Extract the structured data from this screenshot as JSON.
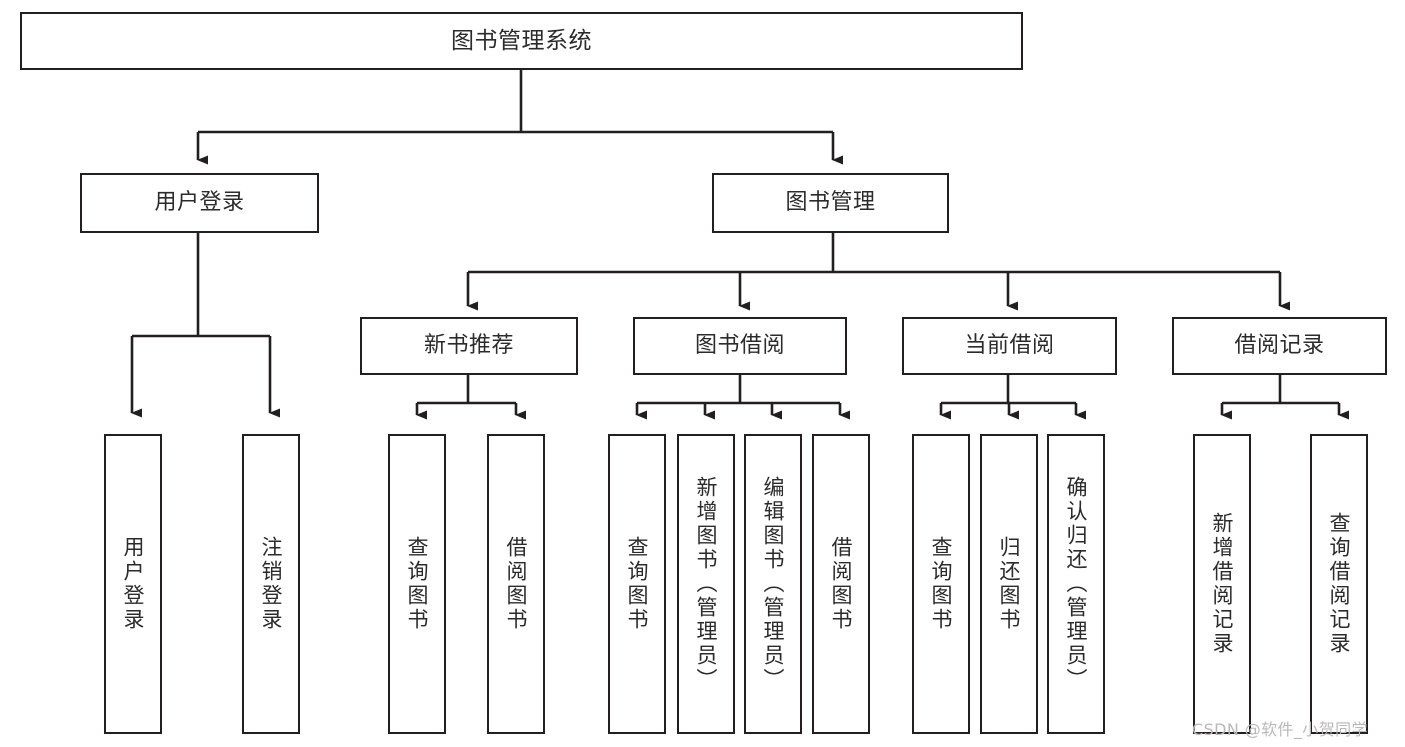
{
  "diagram": {
    "title": "图书管理系统",
    "type": "tree-hierarchy",
    "stroke_color": "#231f20",
    "background_color": "#ffffff",
    "text_color": "#2b2b2b"
  },
  "nodes": {
    "root": {
      "label": "图书管理系统",
      "level": 1
    },
    "level2": [
      {
        "id": "user-login",
        "label": "用户登录",
        "level": 2
      },
      {
        "id": "book-manage",
        "label": "图书管理",
        "level": 2
      }
    ],
    "level3": [
      {
        "id": "new-book-recommend",
        "label": "新书推荐",
        "level": 3,
        "parent": "book-manage"
      },
      {
        "id": "book-borrow",
        "label": "图书借阅",
        "level": 3,
        "parent": "book-manage"
      },
      {
        "id": "current-borrow",
        "label": "当前借阅",
        "level": 3,
        "parent": "book-manage"
      },
      {
        "id": "borrow-record",
        "label": "借阅记录",
        "level": 3,
        "parent": "book-manage"
      }
    ],
    "leaves": [
      {
        "id": "leaf-user-login",
        "label": "用户登录",
        "parent": "user-login"
      },
      {
        "id": "leaf-user-logout",
        "label": "注销登录",
        "parent": "user-login"
      },
      {
        "id": "leaf-query-book-1",
        "label": "查询图书",
        "parent": "new-book-recommend"
      },
      {
        "id": "leaf-borrow-book-1",
        "label": "借阅图书",
        "parent": "new-book-recommend"
      },
      {
        "id": "leaf-query-book-2",
        "label": "查询图书",
        "parent": "book-borrow"
      },
      {
        "id": "leaf-add-book",
        "label": "新增图书（管理员）",
        "parent": "book-borrow"
      },
      {
        "id": "leaf-edit-book",
        "label": "编辑图书（管理员）",
        "parent": "book-borrow"
      },
      {
        "id": "leaf-borrow-book-2",
        "label": "借阅图书",
        "parent": "book-borrow"
      },
      {
        "id": "leaf-query-book-3",
        "label": "查询图书",
        "parent": "current-borrow"
      },
      {
        "id": "leaf-return-book",
        "label": "归还图书",
        "parent": "current-borrow"
      },
      {
        "id": "leaf-confirm-return",
        "label": "确认归还（管理员）",
        "parent": "current-borrow"
      },
      {
        "id": "leaf-add-record",
        "label": "新增借阅记录",
        "parent": "borrow-record"
      },
      {
        "id": "leaf-query-record",
        "label": "查询借阅记录",
        "parent": "borrow-record"
      }
    ]
  },
  "watermark": {
    "text": "CSDN @软件_小贺同学"
  }
}
